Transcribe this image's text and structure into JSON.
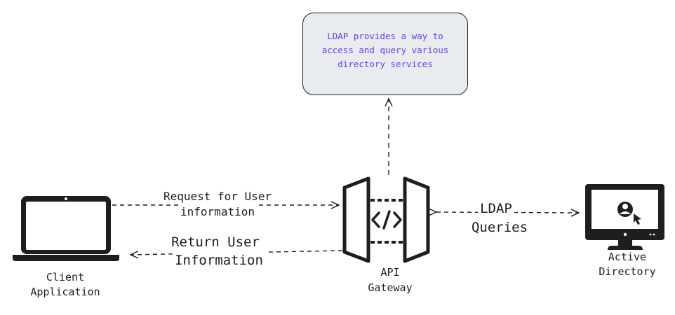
{
  "note": {
    "text": "LDAP provides a way to\naccess and query various\ndirectory services"
  },
  "nodes": {
    "client": {
      "label_line1": "Client",
      "label_line2": "Application"
    },
    "gateway": {
      "label_line1": "API",
      "label_line2": "Gateway"
    },
    "directory": {
      "label_line1": "Active",
      "label_line2": "Directory"
    }
  },
  "edges": {
    "request": {
      "line1": "Request for User",
      "line2": "information"
    },
    "return": {
      "line1": "Return User",
      "line2": "Information"
    },
    "ldap": {
      "line1": "LDAP",
      "line2": "Queries"
    }
  },
  "colors": {
    "stroke": "#1e1e1e",
    "note_fill": "#e9ecef",
    "note_text": "#6741d9"
  }
}
